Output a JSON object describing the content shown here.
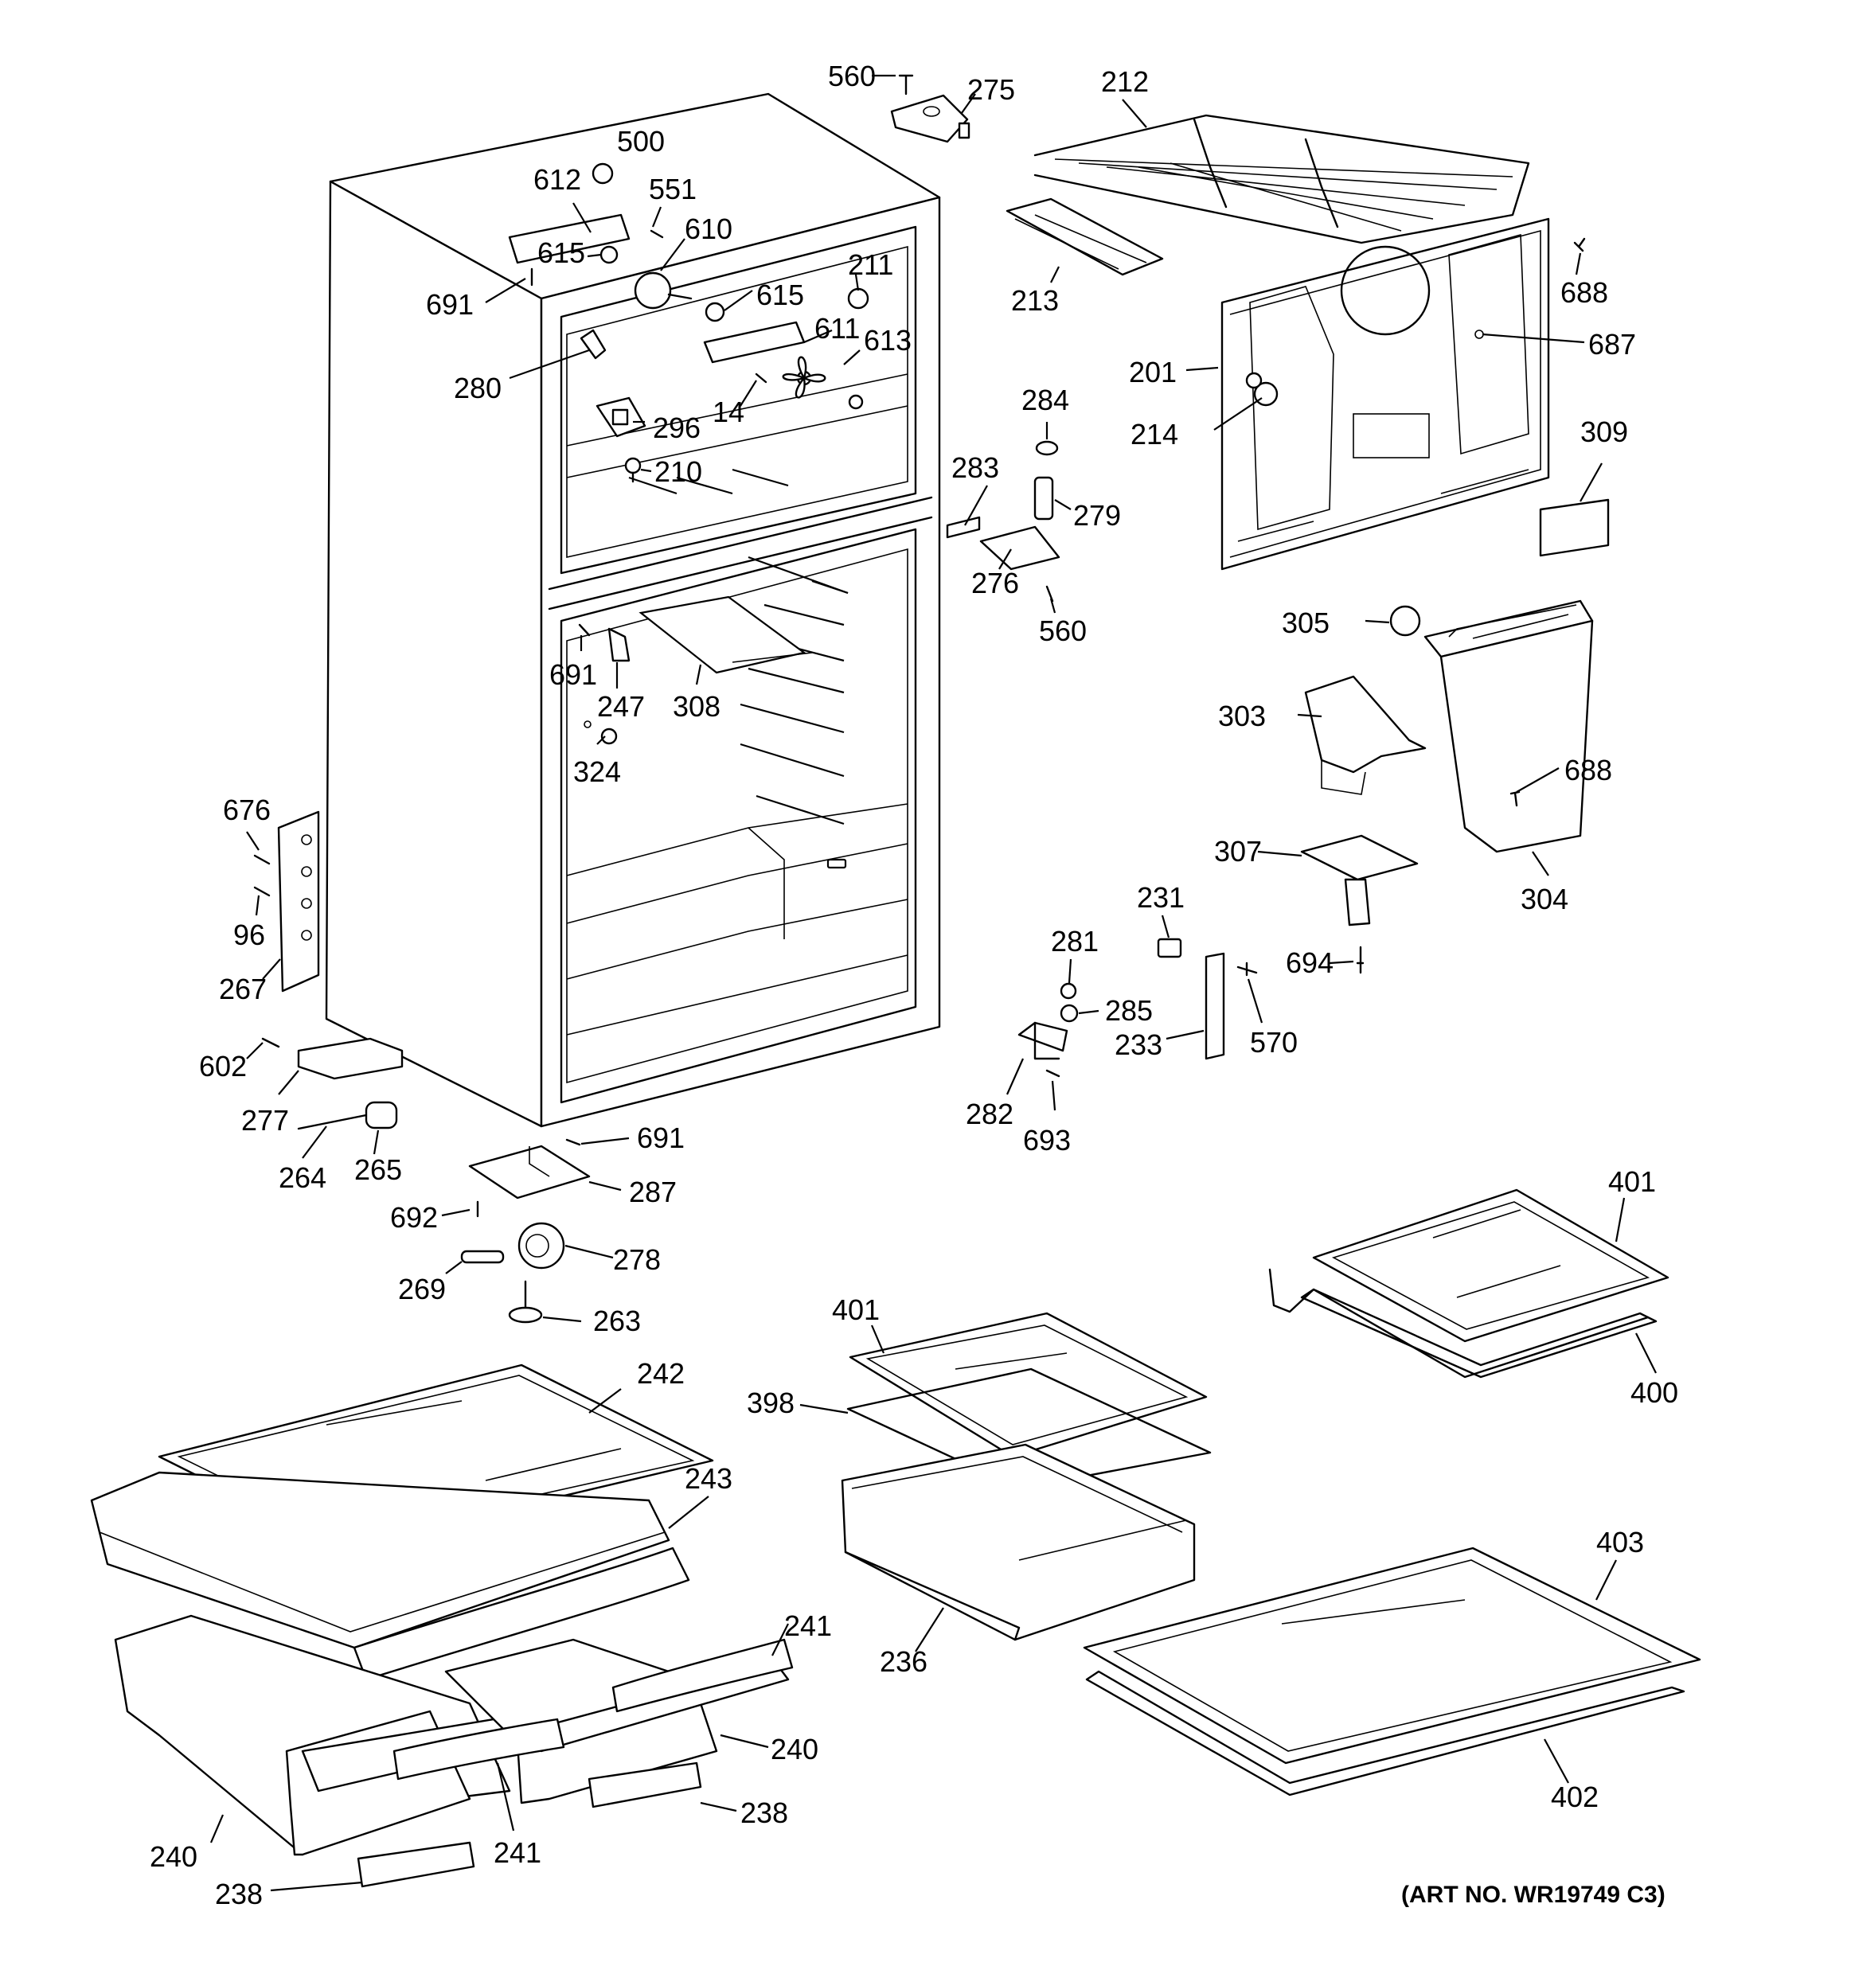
{
  "diagram": {
    "art_number": "(ART NO. WR19749 C3)",
    "callouts": {
      "c560a": "560",
      "c275": "275",
      "c212": "212",
      "c500": "500",
      "c612": "612",
      "c551": "551",
      "c610": "610",
      "c615a": "615",
      "c615b": "615",
      "c691a": "691",
      "c211": "211",
      "c611": "611",
      "c613": "613",
      "c213": "213",
      "c688a": "688",
      "c687": "687",
      "c201": "201",
      "c214": "214",
      "c280": "280",
      "c14": "14",
      "c296": "296",
      "c284": "284",
      "c283": "283",
      "c210": "210",
      "c279": "279",
      "c309": "309",
      "c276": "276",
      "c560b": "560",
      "c691b": "691",
      "c247": "247",
      "c308": "308",
      "c305": "305",
      "c303": "303",
      "c324": "324",
      "c688b": "688",
      "c676": "676",
      "c307": "307",
      "c304": "304",
      "c96": "96",
      "c231": "231",
      "c281": "281",
      "c694": "694",
      "c267": "267",
      "c285": "285",
      "c602": "602",
      "c233": "233",
      "c570": "570",
      "c282": "282",
      "c277": "277",
      "c693": "693",
      "c691c": "691",
      "c264": "264",
      "c265": "265",
      "c287": "287",
      "c692": "692",
      "c401a": "401",
      "c278": "278",
      "c269": "269",
      "c263": "263",
      "c401b": "401",
      "c242": "242",
      "c398": "398",
      "c400": "400",
      "c243": "243",
      "c403": "403",
      "c241a": "241",
      "c236": "236",
      "c240a": "240",
      "c402": "402",
      "c238a": "238",
      "c240b": "240",
      "c241b": "241",
      "c238b": "238"
    }
  }
}
